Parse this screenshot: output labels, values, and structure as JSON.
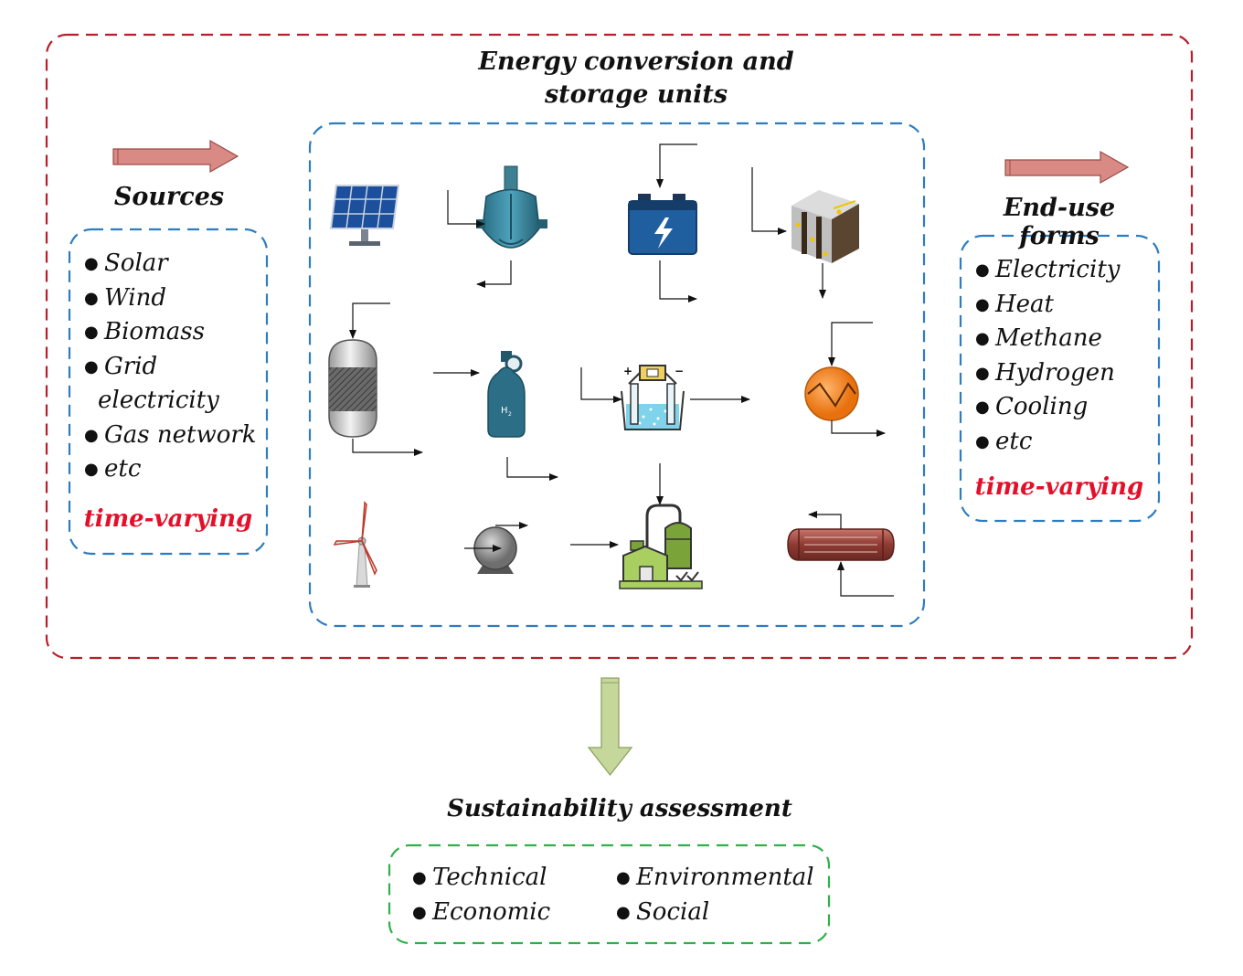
{
  "center": {
    "title_line1": "Energy conversion and",
    "title_line2": "storage units",
    "h2_label": "H",
    "h2_sub": "2"
  },
  "sources": {
    "title": "Sources",
    "items": [
      "Solar",
      "Wind",
      "Biomass",
      "Grid",
      "electricity",
      "Gas network",
      "etc"
    ],
    "note": "time-varying"
  },
  "enduse": {
    "title": "End-use forms",
    "items": [
      "Electricity",
      "Heat",
      "Methane",
      "Hydrogen",
      "Cooling",
      "etc"
    ],
    "note": "time-varying"
  },
  "assessment": {
    "title": "Sustainability assessment",
    "left_items": [
      "Technical",
      "Economic"
    ],
    "right_items": [
      "Environmental",
      "Social"
    ]
  },
  "colors": {
    "outer_border": "#b5202b",
    "blue_border": "#2e7cc0",
    "green_border": "#2fb04a",
    "note_red": "#e4102a",
    "flow_arrow": "#d98a85",
    "down_arrow": "#c5d79a"
  },
  "icons": [
    "solar-panel-icon",
    "reactor-vessel-icon",
    "battery-icon",
    "thermal-storage-icon",
    "storage-tank-icon",
    "hydrogen-cylinder-icon",
    "electrolyzer-icon",
    "heat-exchanger-icon",
    "wind-turbine-icon",
    "compressor-icon",
    "biogas-plant-icon",
    "shell-tube-exchanger-icon"
  ]
}
